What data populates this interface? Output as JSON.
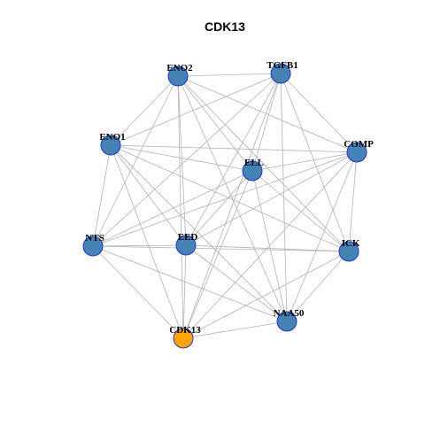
{
  "title": "CDK13",
  "colors": {
    "node_default": "#4682b4",
    "node_focus": "#ffa500",
    "node_border": "#1f35c8",
    "edge": "#b3b3b3"
  },
  "nodes": [
    {
      "id": "ENO2",
      "label": "ENO2",
      "focus": false
    },
    {
      "id": "TGFB1",
      "label": "TGFB1",
      "focus": false
    },
    {
      "id": "ENO1",
      "label": "ENO1",
      "focus": false
    },
    {
      "id": "COMP",
      "label": "COMP",
      "focus": false
    },
    {
      "id": "ELL",
      "label": "ELL",
      "focus": false
    },
    {
      "id": "NTS",
      "label": "NTS",
      "focus": false
    },
    {
      "id": "EED",
      "label": "EED",
      "focus": false
    },
    {
      "id": "ICK",
      "label": "ICK",
      "focus": false
    },
    {
      "id": "NAA50",
      "label": "NAA50",
      "focus": false
    },
    {
      "id": "CDK13",
      "label": "CDK13",
      "focus": true
    }
  ],
  "edges": [
    [
      "ENO2",
      "TGFB1"
    ],
    [
      "ENO2",
      "ENO1"
    ],
    [
      "ENO2",
      "COMP"
    ],
    [
      "ENO2",
      "ELL"
    ],
    [
      "ENO2",
      "EED"
    ],
    [
      "ENO2",
      "ICK"
    ],
    [
      "ENO2",
      "NAA50"
    ],
    [
      "ENO2",
      "CDK13"
    ],
    [
      "ENO2",
      "NTS"
    ],
    [
      "TGFB1",
      "ENO1"
    ],
    [
      "TGFB1",
      "ELL"
    ],
    [
      "TGFB1",
      "COMP"
    ],
    [
      "TGFB1",
      "EED"
    ],
    [
      "TGFB1",
      "ICK"
    ],
    [
      "TGFB1",
      "NAA50"
    ],
    [
      "TGFB1",
      "CDK13"
    ],
    [
      "TGFB1",
      "NTS"
    ],
    [
      "ENO1",
      "COMP"
    ],
    [
      "ENO1",
      "ELL"
    ],
    [
      "ENO1",
      "EED"
    ],
    [
      "ENO1",
      "NTS"
    ],
    [
      "ENO1",
      "ICK"
    ],
    [
      "ENO1",
      "NAA50"
    ],
    [
      "ENO1",
      "CDK13"
    ],
    [
      "COMP",
      "ELL"
    ],
    [
      "COMP",
      "EED"
    ],
    [
      "COMP",
      "NTS"
    ],
    [
      "COMP",
      "ICK"
    ],
    [
      "COMP",
      "NAA50"
    ],
    [
      "COMP",
      "CDK13"
    ],
    [
      "ELL",
      "EED"
    ],
    [
      "ELL",
      "NTS"
    ],
    [
      "ELL",
      "ICK"
    ],
    [
      "ELL",
      "NAA50"
    ],
    [
      "ELL",
      "CDK13"
    ],
    [
      "NTS",
      "EED"
    ],
    [
      "NTS",
      "ICK"
    ],
    [
      "NTS",
      "NAA50"
    ],
    [
      "NTS",
      "CDK13"
    ],
    [
      "EED",
      "ICK"
    ],
    [
      "EED",
      "NAA50"
    ],
    [
      "EED",
      "CDK13"
    ],
    [
      "ICK",
      "NAA50"
    ],
    [
      "ICK",
      "CDK13"
    ],
    [
      "NAA50",
      "CDK13"
    ]
  ]
}
